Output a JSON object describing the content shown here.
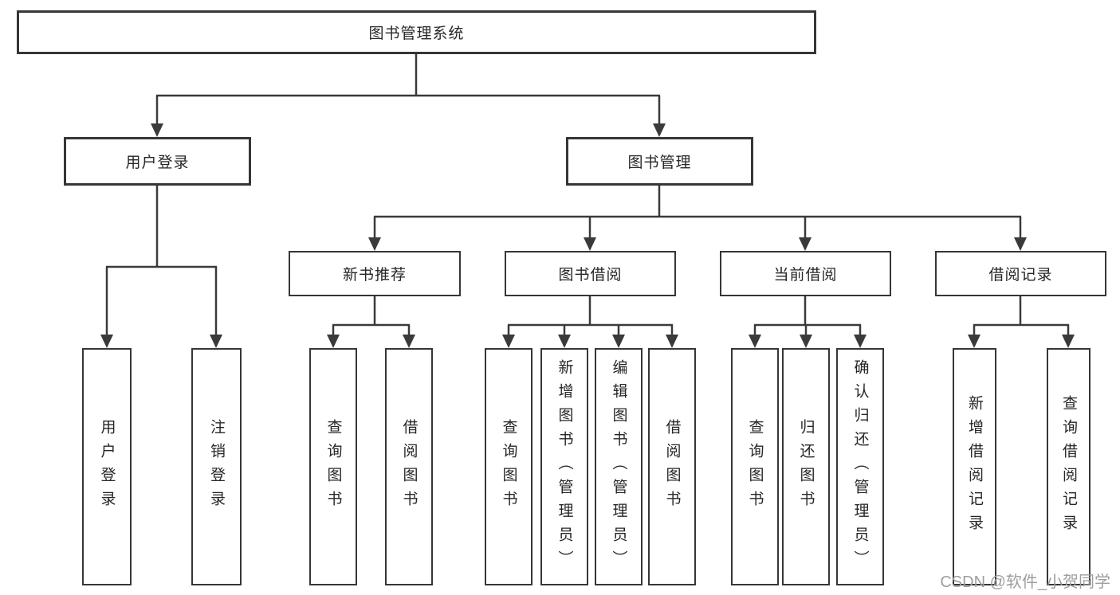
{
  "diagram": {
    "root": {
      "label": "图书管理系统"
    },
    "level2": [
      {
        "label": "用户登录"
      },
      {
        "label": "图书管理"
      }
    ],
    "level3": [
      {
        "label": "新书推荐"
      },
      {
        "label": "图书借阅"
      },
      {
        "label": "当前借阅"
      },
      {
        "label": "借阅记录"
      }
    ],
    "leaf_groups": [
      {
        "parent": "用户登录",
        "items": [
          {
            "label": "用户登录"
          },
          {
            "label": "注销登录"
          }
        ]
      },
      {
        "parent": "新书推荐",
        "items": [
          {
            "label": "查询图书"
          },
          {
            "label": "借阅图书"
          }
        ]
      },
      {
        "parent": "图书借阅",
        "items": [
          {
            "label": "查询图书"
          },
          {
            "label": "新增图书（管理员）"
          },
          {
            "label": "编辑图书（管理员）"
          },
          {
            "label": "借阅图书"
          }
        ]
      },
      {
        "parent": "当前借阅",
        "items": [
          {
            "label": "查询图书"
          },
          {
            "label": "归还图书"
          },
          {
            "label": "确认归还（管理员）"
          }
        ]
      },
      {
        "parent": "借阅记录",
        "items": [
          {
            "label": "新增借阅记录"
          },
          {
            "label": "查询借阅记录"
          }
        ]
      }
    ],
    "watermark": "CSDN @软件_小贺同学",
    "colors": {
      "line": "#3a3a3a",
      "border": "#363636",
      "text": "#262626",
      "watermark": "#9e9e9e",
      "background": "#ffffff"
    }
  }
}
